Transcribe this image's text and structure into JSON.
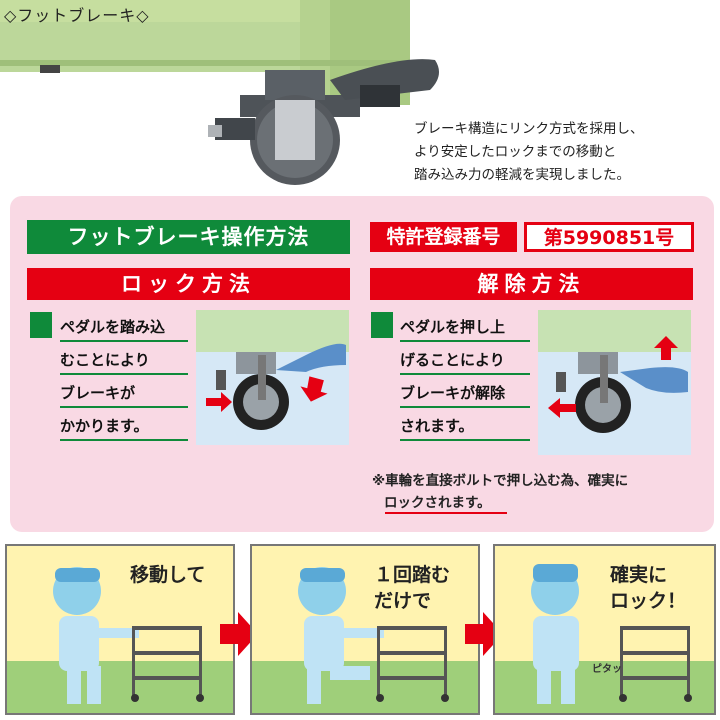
{
  "photo": {
    "title": "◇フットブレーキ◇",
    "description": [
      "ブレーキ構造にリンク方式を採用し、",
      "より安定したロックまでの移動と",
      "踏み込み力の軽減を実現しました。"
    ]
  },
  "panel": {
    "title": "フットブレーキ操作方法",
    "patent_label": "特許登録番号",
    "patent_number": "第5990851号",
    "lock": {
      "heading": "ロック方法",
      "lines": [
        "ペダルを踏み込",
        "むことにより",
        "ブレーキが",
        "かかります。"
      ]
    },
    "release": {
      "heading": "解除方法",
      "lines": [
        "ペダルを押し上",
        "げることにより",
        "ブレーキが解除",
        "されます。"
      ]
    },
    "note": [
      "※車輪を直接ボルトで押し込む為、確実に",
      "ロックされます。"
    ]
  },
  "steps": [
    {
      "caption_lines": [
        "移動して"
      ]
    },
    {
      "caption_lines": [
        "１回踏む",
        "だけで"
      ]
    },
    {
      "caption_lines": [
        "確実に",
        "ロック！"
      ],
      "sound": "ピタッ"
    }
  ],
  "colors": {
    "green": "#0f8a3a",
    "red": "#e50012",
    "pink": "#f9d9e4",
    "cart_green": "#bcd79a",
    "frame_yellow": "#fff3b0",
    "diagram_blue": "#d6e8f6"
  }
}
